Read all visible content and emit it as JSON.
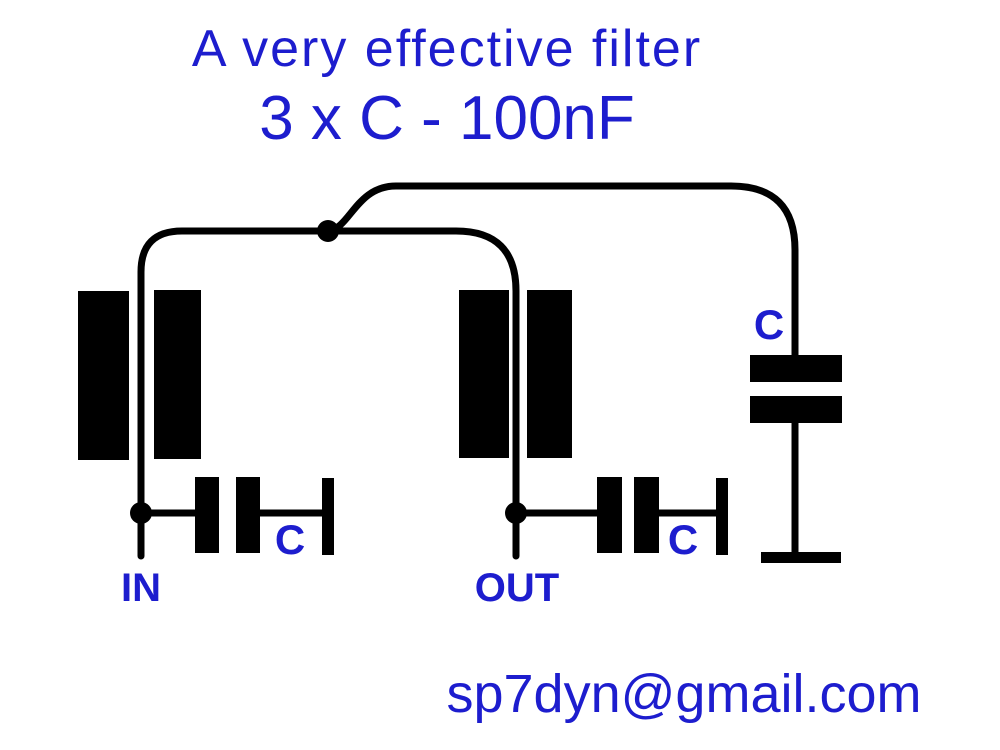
{
  "title": {
    "line1": "A very effective filter",
    "line2": "3 x C - 100nF"
  },
  "schematic": {
    "labels": {
      "input_port": "IN",
      "output_port": "OUT",
      "capacitor_in": "C",
      "capacitor_out": "C",
      "capacitor_shunt": "C"
    },
    "components": {
      "ferrite_chokes": 2,
      "capacitors": 3,
      "capacitor_value": "100nF"
    }
  },
  "footer": {
    "email": "sp7dyn@gmail.com"
  },
  "colors": {
    "text_blue": "#1d1dce",
    "circuit_black": "#000000",
    "background": "#ffffff"
  }
}
